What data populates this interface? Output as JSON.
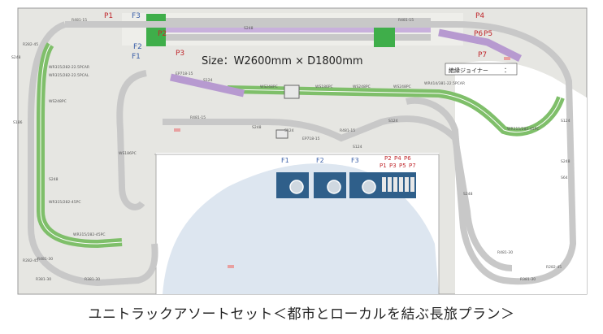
{
  "size_label": "Size：W2600mm × D1800mm",
  "caption": "ユニトラックアソートセット＜都市とローカルを結ぶ長旅プラン＞",
  "joiner_label": "絶縁ジョイナー",
  "joiner_symbol": "：",
  "feeders": {
    "F1": "F1",
    "F2": "F2",
    "F3": "F3"
  },
  "points": {
    "P1": "P1",
    "P2": "P2",
    "P3": "P3",
    "P4": "P4",
    "P5": "P5",
    "P6": "P6",
    "P7": "P7"
  },
  "controller_labels": {
    "c1": "F1",
    "c2": "F2",
    "c3": "F3",
    "p_top": [
      "P2",
      "P4",
      "P6"
    ],
    "p_bottom": [
      "P1",
      "P3",
      "P5",
      "P7"
    ]
  },
  "track_labels": {
    "t1": "R481-15",
    "t2": "S248",
    "t3": "R282-45",
    "t4": "WR315/282-22.5PCAR",
    "t5": "WR315/282-45PC",
    "t6": "WS248PC",
    "t7": "S186",
    "t8": "S248",
    "t9": "WR315/282-22.5PCAL",
    "t10": "R481-30",
    "t11": "R381-30",
    "t12": "WS248PC",
    "t13": "WS186PC",
    "t14": "WS248PC",
    "t15": "WS248PC",
    "t16": "S124",
    "t17": "EP718-15",
    "t18": "R481-15",
    "t19": "S248",
    "t20": "S124",
    "t21": "WR414/381-22.5PCAR",
    "t22": "WR315/282-45PC",
    "t23": "R481-15",
    "t24": "S124",
    "t25": "R481-30",
    "t26": "R282-45",
    "t27": "R381-30",
    "t28": "S248",
    "t29": "S124",
    "t30": "S64",
    "t31": "EP718-15",
    "t32": "S124",
    "t33": "S248",
    "t34": "R481-15",
    "t35": "R381-30",
    "t36": "R282-45",
    "t37": "WS186PC",
    "t38": "S248"
  },
  "colors": {
    "gray_area": "#e4e4e0",
    "blue_area": "#dde6f0",
    "track_gray": "#c8c8c8",
    "track_green": "#7fbf6a",
    "track_purple": "#b79ad0",
    "feeder_blue": "#3a5fa8",
    "point_red": "#c0282d",
    "controller": "#2f5f8a"
  }
}
